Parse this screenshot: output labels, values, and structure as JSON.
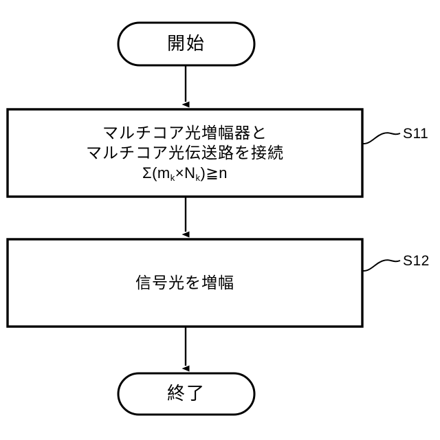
{
  "diagram": {
    "type": "flowchart",
    "orientation": "vertical",
    "background_color": "#ffffff",
    "stroke_color": "#000000",
    "nodes": [
      {
        "id": "start",
        "shape": "terminator",
        "label": "開始"
      },
      {
        "id": "s11",
        "shape": "process",
        "step": "S11",
        "line1": "マルチコア光増幅器と",
        "line2": "マルチコア光伝送路を接続",
        "formula": {
          "sigma": "Σ",
          "open_paren": "(",
          "term1_base": "m",
          "term1_sub": "k",
          "operator": "×",
          "term2_base": "N",
          "term2_sub": "k",
          "close_paren": ")",
          "relation": "≧",
          "right_side": "n",
          "plain": "Σ(mₖ×Nₖ)≧n"
        }
      },
      {
        "id": "s12",
        "shape": "process",
        "step": "S12",
        "line1": "信号光を増幅"
      },
      {
        "id": "end",
        "shape": "terminator",
        "label": "終了"
      }
    ],
    "step_labels": [
      {
        "id": "s11-label",
        "text": "S11"
      },
      {
        "id": "s12-label",
        "text": "S12"
      }
    ],
    "connectors": [
      {
        "from": "start",
        "to": "s11",
        "arrow": "down"
      },
      {
        "from": "s11",
        "to": "s12",
        "arrow": "down"
      },
      {
        "from": "s12",
        "to": "end",
        "arrow": "down"
      }
    ]
  }
}
